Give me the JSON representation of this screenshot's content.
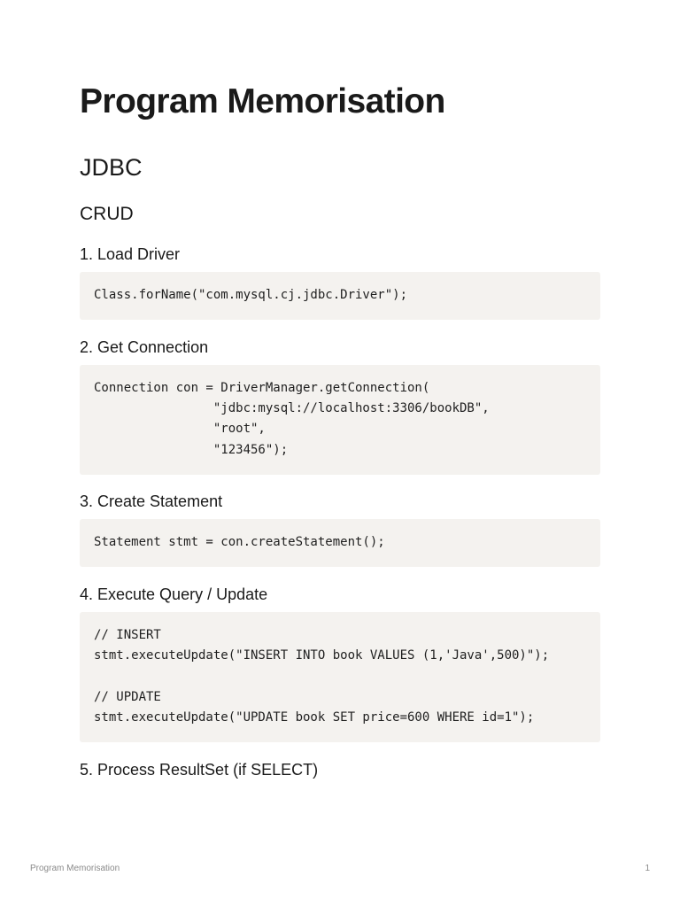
{
  "document": {
    "title": "Program Memorisation",
    "section": "JDBC",
    "subsection": "CRUD"
  },
  "steps": [
    {
      "heading": "1. Load Driver",
      "code": "Class.forName(\"com.mysql.cj.jdbc.Driver\");"
    },
    {
      "heading": "2. Get Connection",
      "code": "Connection con = DriverManager.getConnection(\n                \"jdbc:mysql://localhost:3306/bookDB\",\n                \"root\",\n                \"123456\");"
    },
    {
      "heading": "3. Create Statement",
      "code": "Statement stmt = con.createStatement();"
    },
    {
      "heading": "4. Execute Query / Update",
      "code": "// INSERT\nstmt.executeUpdate(\"INSERT INTO book VALUES (1,'Java',500)\");\n\n// UPDATE\nstmt.executeUpdate(\"UPDATE book SET price=600 WHERE id=1\");"
    },
    {
      "heading": "5. Process ResultSet (if SELECT)"
    }
  ],
  "footer": {
    "doc_name": "Program Memorisation",
    "page_number": "1"
  }
}
